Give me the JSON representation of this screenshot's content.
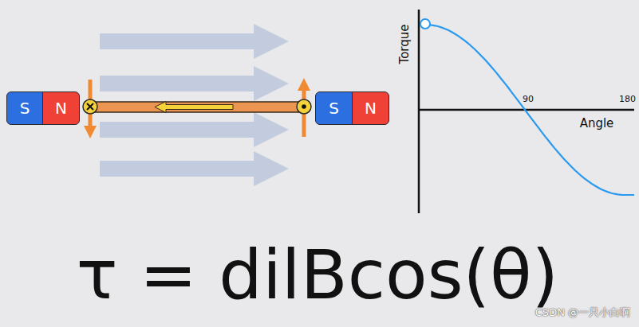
{
  "diagram": {
    "nodes": [
      {
        "text": [
          "S"
        ]
      },
      {
        "text": [
          "N"
        ]
      },
      {
        "text": [
          "S"
        ]
      },
      {
        "text": [
          "N"
        ]
      }
    ],
    "labels": [
      "Torque",
      "90",
      "180",
      "Angle",
      "τ = dilBcos(θ)",
      "CSDN @一只小白啊"
    ]
  }
}
